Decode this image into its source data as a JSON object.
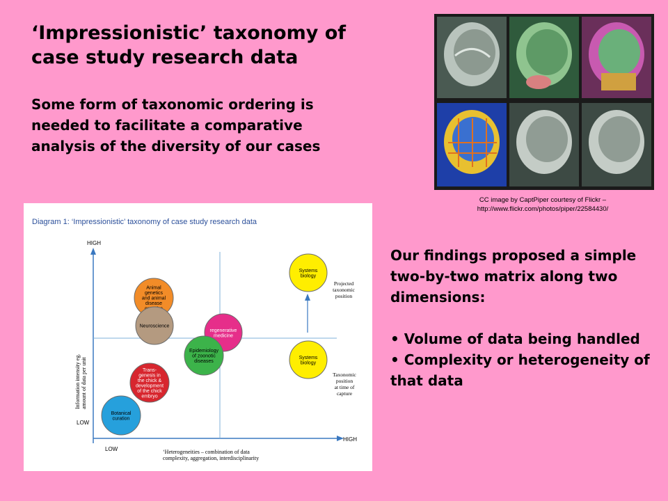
{
  "slide": {
    "title": "‘Impressionistic’ taxonomy of case study research data",
    "intro": "Some form of taxonomic ordering is needed to facilitate a comparative analysis of the diversity of our cases",
    "image_credit_line1": "CC image by CaptPiper courtesy of Flickr –",
    "image_credit_line2": "http://www.flickr.com/photos/piper/22584430/",
    "findings_lead": "Our findings proposed a simple two-by-two matrix along two dimensions:",
    "bullets": [
      "• Volume of data being handled",
      "• Complexity or heterogeneity of that data"
    ]
  },
  "diagram": {
    "title": "Diagram 1: ‘Impressionistic’ taxonomy of case study research data",
    "y_high": "HIGH",
    "y_low": "LOW",
    "x_low": "LOW",
    "x_high": "HIGH",
    "y_axis_label_line1": "Information intensity eg.",
    "y_axis_label_line2": "amount of data per unit",
    "x_axis_label_line1": "‘Heterogeneities – combination of data",
    "x_axis_label_line2": "complexity, aggregation, interdisciplinarity",
    "projected_label": [
      "Projected",
      "taxonomic",
      "position"
    ],
    "capture_label": [
      "Taxonomic",
      "position",
      "at time of",
      "capture"
    ],
    "nodes": [
      {
        "lines": [
          "Systems",
          "biology"
        ],
        "color": "#ffee00"
      },
      {
        "lines": [
          "Animal",
          "genetics",
          "and animal",
          "disease",
          "genetics"
        ],
        "color": "#f28c28"
      },
      {
        "lines": [
          "Neuroscience"
        ],
        "color": "#b49a80"
      },
      {
        "lines": [
          "regenerative",
          "medicine"
        ],
        "color": "#e62e8a"
      },
      {
        "lines": [
          "Epidemiology",
          "of zoonotic",
          "diseases"
        ],
        "color": "#3cb34a"
      },
      {
        "lines": [
          "Systems",
          "biology"
        ],
        "color": "#ffee00"
      },
      {
        "lines": [
          "Trans-",
          "genesis in",
          "the chick &",
          "development",
          "of the chick",
          "embryo"
        ],
        "color": "#d7262e"
      },
      {
        "lines": [
          "Botanical",
          "curation"
        ],
        "color": "#26a0dc"
      }
    ]
  }
}
